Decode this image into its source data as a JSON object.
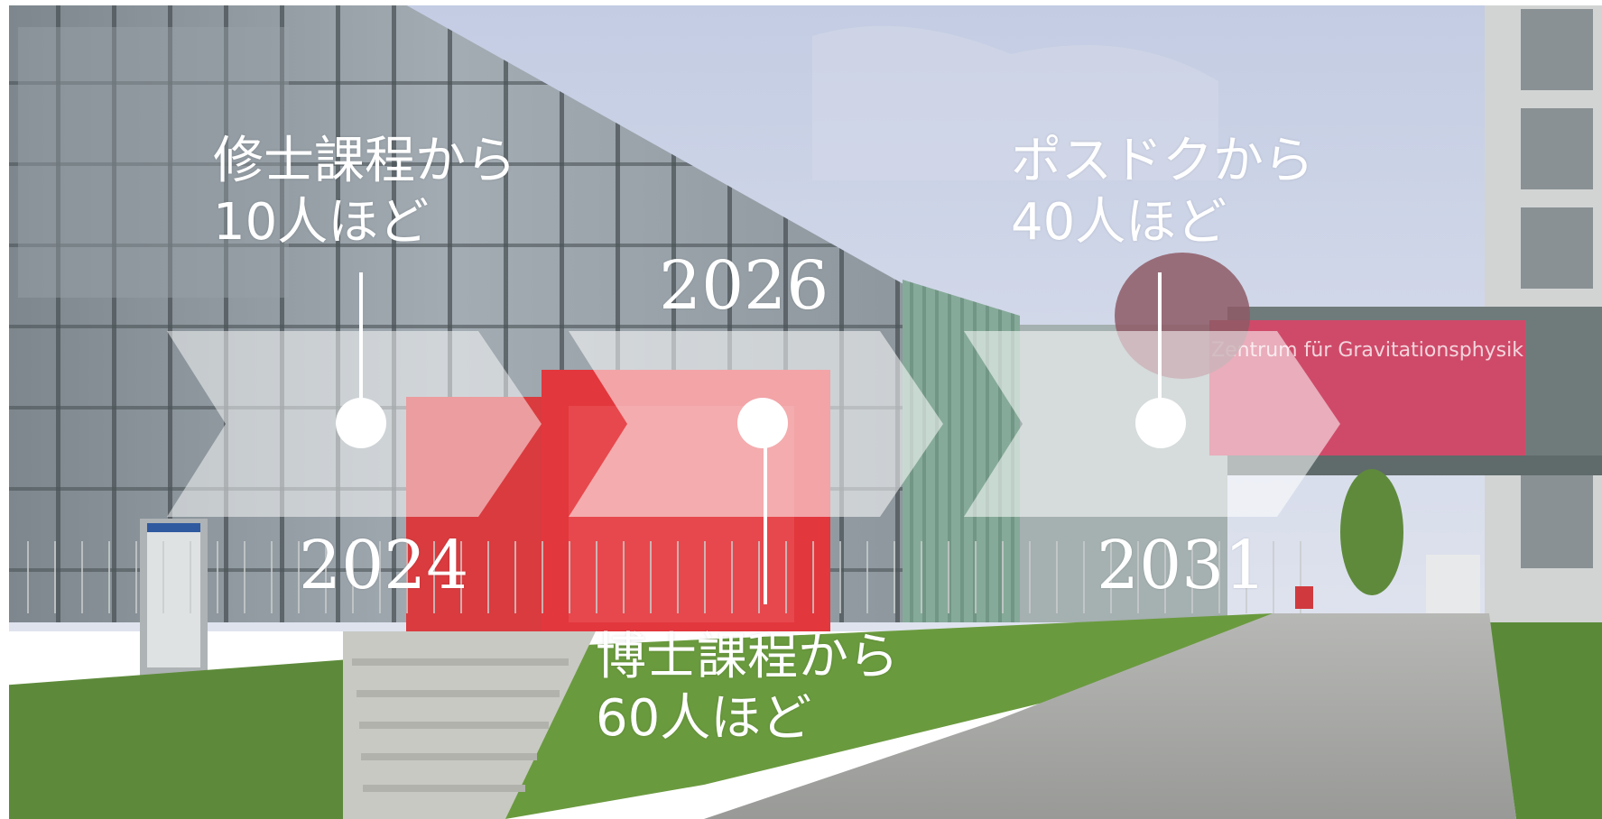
{
  "timeline": {
    "steps": [
      {
        "year": "2024",
        "line1": "修士課程から",
        "line2": "10人ほど"
      },
      {
        "year": "2026",
        "line1": "博士課程から",
        "line2": "60人ほど"
      },
      {
        "year": "2031",
        "line1": "ポスドクから",
        "line2": "40人ほど"
      }
    ]
  },
  "photo": {
    "sign_text": "Zentrum für Gravitationsphysik",
    "colors": {
      "sky": "#c9d1e6",
      "red_entrance": "#e2373d",
      "green_cladding": "#8fb3a2",
      "banner_pink": "#d9506f",
      "chevron_white": "#ffffff"
    }
  }
}
